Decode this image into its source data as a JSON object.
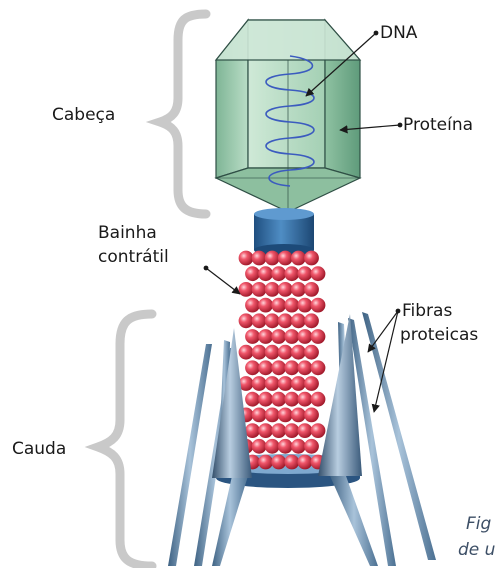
{
  "labels": {
    "head": "Cabeça",
    "dna": "DNA",
    "protein": "Proteína",
    "sheath_line1": "Bainha",
    "sheath_line2": "contrátil",
    "fibers_line1": "Fibras",
    "fibers_line2": "proteicas",
    "tail": "Cauda"
  },
  "caption": {
    "line1": "Fig",
    "line2": "de u"
  },
  "colors": {
    "capsid": "#a9d4b6",
    "capsid_edge": "#2f4f45",
    "dna_helix": "#3b5bbf",
    "collar": "#2f6fa8",
    "sheath_beads": "#e0374b",
    "fibers": "#5f87ab",
    "brace": "#c9c9c9",
    "caption": "#3d4f66"
  }
}
